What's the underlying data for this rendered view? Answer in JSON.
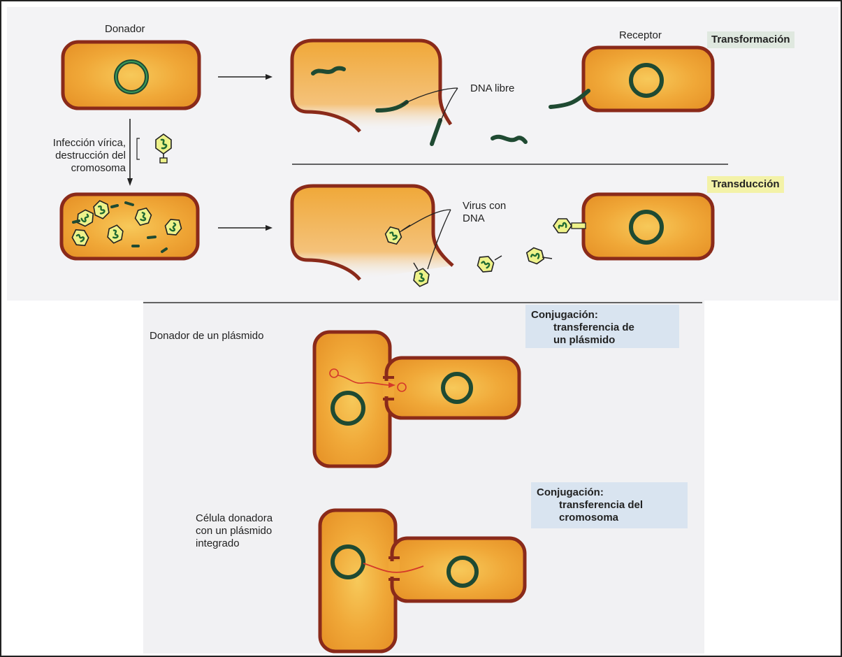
{
  "labels": {
    "donador": "Donador",
    "receptor": "Receptor",
    "dna_libre": "DNA libre",
    "infeccion": [
      "Infección vírica,",
      "destrucción del",
      "cromosoma"
    ],
    "virus_con_dna": [
      "Virus con",
      "DNA"
    ],
    "donador_plasmido": "Donador de un plásmido",
    "celula_donadora": [
      "Célula donadora",
      "con un plásmido",
      "integrado"
    ]
  },
  "tags": {
    "transformacion": "Transformación",
    "transduccion": "Transducción"
  },
  "boxes": {
    "conj1": [
      "Conjugación:",
      "transferencia de",
      "un plásmido"
    ],
    "conj2": [
      "Conjugación:",
      "transferencia del",
      "cromosoma"
    ]
  },
  "colors": {
    "cell_fill": "#f2a93a",
    "cell_border": "#8a2a1a",
    "dna": "#1f4a32",
    "virus_fill": "#eef28a",
    "plasmid_line": "#d4382a"
  }
}
